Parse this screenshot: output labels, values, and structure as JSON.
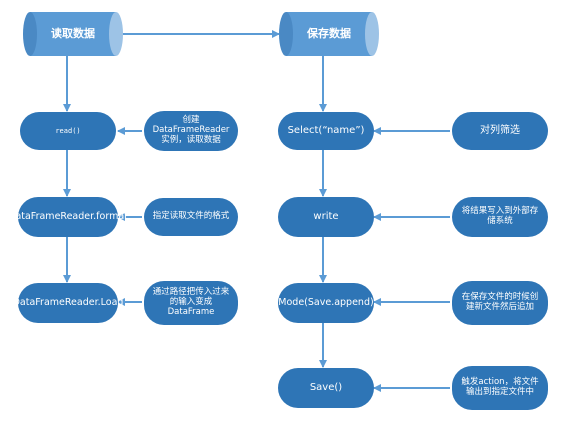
{
  "nodes": {
    "read_data": "读取数据",
    "save_data": "保存数据",
    "read_fn": "read()",
    "format_fn": "DataFrameReader.format",
    "load_fn": "DataFrameReader.Load",
    "select_fn": "Select(“name”)",
    "write_fn": "write",
    "mode_fn": "Mode(Save.append)",
    "save_fn": "Save()"
  },
  "notes": {
    "create_reader": "创建DataFrameReader实例，读取数据",
    "specify_format": "指定读取文件的格式",
    "pass_path": "通过路径把传入过来的输入变成DataFrame",
    "filter_columns": "对列筛选",
    "write_external": "将结果写入到外部存储系统",
    "append_new": "在保存文件的时候创建新文件然后追加",
    "trigger_action": "触发action，将文件输出到指定文件中"
  },
  "colors": {
    "node_fill": "#2e75b6",
    "drum_fill": "#5b9bd5",
    "drum_cap": "#9dc3e6",
    "arrow": "#5b9bd5"
  }
}
